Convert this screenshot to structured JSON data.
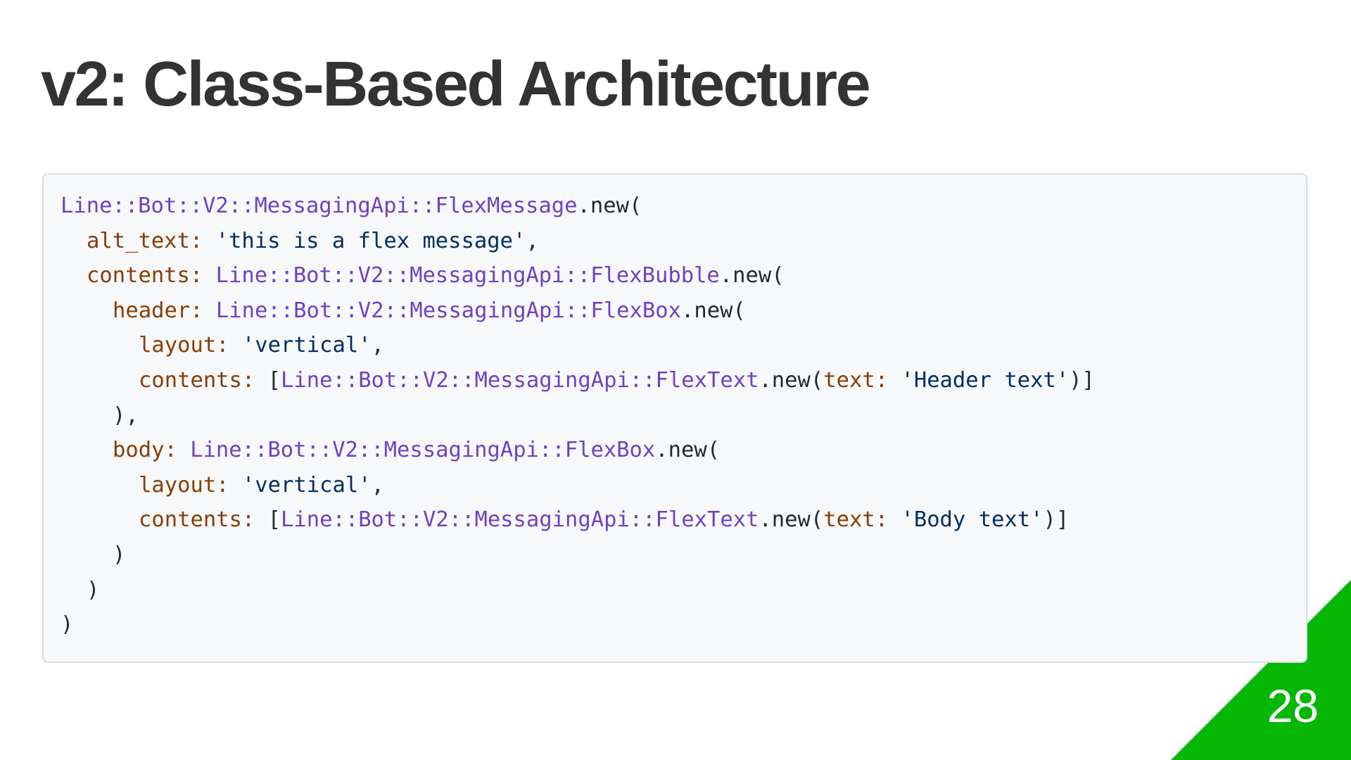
{
  "slide": {
    "title": "v2: Class-Based Architecture",
    "page_number": "28"
  },
  "code": {
    "line1": {
      "cls": "Line::Bot::V2::MessagingApi::FlexMessage",
      "m": ".new("
    },
    "line2": {
      "k": "alt_text:",
      "s": "'this is a flex message'",
      "p": ","
    },
    "line3": {
      "k": "contents:",
      "cls": "Line::Bot::V2::MessagingApi::FlexBubble",
      "m": ".new("
    },
    "line4": {
      "k": "header:",
      "cls": "Line::Bot::V2::MessagingApi::FlexBox",
      "m": ".new("
    },
    "line5": {
      "k": "layout:",
      "s": "'vertical'",
      "p": ","
    },
    "line6": {
      "k": "contents:",
      "p1": "[",
      "cls": "Line::Bot::V2::MessagingApi::FlexText",
      "m": ".new(",
      "k2": "text:",
      "s": "'Header text'",
      "p2": ")]"
    },
    "line7": {
      "p": "),"
    },
    "line8": {
      "k": "body:",
      "cls": "Line::Bot::V2::MessagingApi::FlexBox",
      "m": ".new("
    },
    "line9": {
      "k": "layout:",
      "s": "'vertical'",
      "p": ","
    },
    "line10": {
      "k": "contents:",
      "p1": "[",
      "cls": "Line::Bot::V2::MessagingApi::FlexText",
      "m": ".new(",
      "k2": "text:",
      "s": "'Body text'",
      "p2": ")]"
    },
    "line11": {
      "p": ")"
    },
    "line12": {
      "p": ")"
    },
    "line13": {
      "p": ")"
    }
  },
  "colors": {
    "accent_green": "#06b706",
    "title_text": "#333333",
    "code_background": "#f6f8fa",
    "code_class": "#6f42c1",
    "code_key": "#8a3d05",
    "code_string": "#032f62"
  }
}
